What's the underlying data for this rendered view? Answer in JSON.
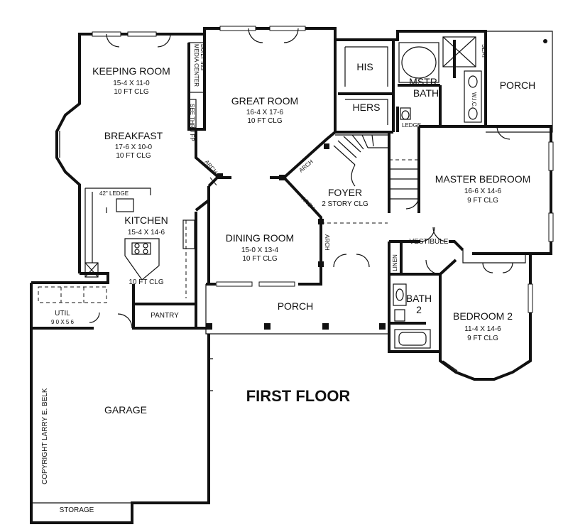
{
  "plan_title": "FIRST FLOOR",
  "copyright": "COPYRIGHT LARRY E. BELK",
  "rooms": {
    "keeping_room": {
      "name": "KEEPING ROOM",
      "dims": "15-4 X 11-0",
      "ceiling": "10 FT CLG"
    },
    "breakfast": {
      "name": "BREAKFAST",
      "dims": "17-6 X 10-0",
      "ceiling": "10 FT CLG"
    },
    "great_room": {
      "name": "GREAT ROOM",
      "dims": "16-4 X 17-6",
      "ceiling": "10 FT CLG"
    },
    "kitchen": {
      "name": "KITCHEN",
      "dims": "15-4 X 14-6",
      "ceiling": "10 FT CLG"
    },
    "dining_room": {
      "name": "DINING ROOM",
      "dims": "15-0 X 13-4",
      "ceiling": "10 FT CLG"
    },
    "foyer": {
      "name": "FOYER",
      "ceiling": "2 STORY CLG"
    },
    "master_bedroom": {
      "name": "MASTER BEDROOM",
      "dims": "16-6 X 14-6",
      "ceiling": "9 FT CLG"
    },
    "bedroom2": {
      "name": "BEDROOM 2",
      "dims": "11-4 X 14-6",
      "ceiling": "9 FT CLG"
    },
    "util": {
      "name": "UTIL",
      "dims": "9 0 X 5 6"
    },
    "garage": {
      "name": "GARAGE"
    },
    "storage": {
      "name": "STORAGE"
    },
    "pantry": {
      "name": "PANTRY"
    },
    "porch_front": {
      "name": "PORCH"
    },
    "porch_rear": {
      "name": "PORCH"
    },
    "vestibule": {
      "name": "VESTIBULE"
    },
    "linen": {
      "name": "LINEN"
    },
    "bath2": {
      "name": "BATH",
      "num": "2"
    },
    "mstr_bath": {
      "name": "MSTR",
      "name2": "BATH"
    },
    "closet_his": {
      "name": "HIS"
    },
    "closet_hers": {
      "name": "HERS"
    }
  },
  "labels": {
    "media_center": "MEDIA CENTER",
    "built_ins": "BUILT INS",
    "see_thru_fp": "SEE THRU FP",
    "ledge_42": "42\" LEDGE",
    "ledge": "LEDGE",
    "arch": "ARCH",
    "seat": "SEAT",
    "wic": "W.I.C."
  }
}
